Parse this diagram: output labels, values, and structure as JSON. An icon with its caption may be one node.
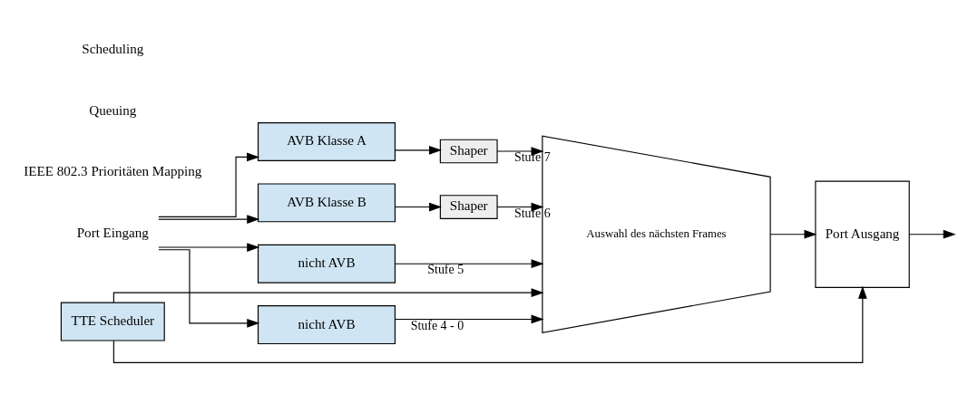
{
  "diagram": {
    "nodes": [
      {
        "text": [
          "Port Eingang"
        ]
      },
      {
        "text": [
          "AVB Klasse A"
        ]
      },
      {
        "text": [
          "AVB Klasse B"
        ]
      },
      {
        "text": [
          "nicht AVB"
        ]
      },
      {
        "text": [
          "nicht AVB"
        ]
      },
      {
        "text": [
          "Shaper"
        ]
      },
      {
        "text": [
          "Shaper"
        ]
      },
      {
        "text": [
          "TTE Scheduler"
        ]
      },
      {
        "text": [
          "Auswahl des nächsten Frames"
        ]
      },
      {
        "text": [
          "Port Ausgang"
        ]
      }
    ],
    "edges": [
      {
        "from": 0,
        "to": 1,
        "arrow": "to"
      },
      {
        "from": 0,
        "to": 2,
        "arrow": "to"
      },
      {
        "from": 0,
        "to": 3,
        "arrow": "to"
      },
      {
        "from": 0,
        "to": 4,
        "arrow": "to"
      },
      {
        "from": 1,
        "to": 5,
        "arrow": "to"
      },
      {
        "from": 2,
        "to": 6,
        "arrow": "to"
      },
      {
        "from": 5,
        "to": 8,
        "arrow": "to",
        "label": "Stufe 7"
      },
      {
        "from": 6,
        "to": 8,
        "arrow": "to",
        "label": "Stufe 6"
      },
      {
        "from": 3,
        "to": 8,
        "arrow": "to",
        "label": "Stufe 5"
      },
      {
        "from": 4,
        "to": 8,
        "arrow": "to",
        "label": "Stufe 4 - 0"
      },
      {
        "from": 7,
        "to": 8,
        "arrow": "to"
      },
      {
        "from": 7,
        "to": 9,
        "arrow": "to"
      },
      {
        "from": 8,
        "to": 9,
        "arrow": "to"
      },
      {
        "from": 9,
        "to": null,
        "arrow": "to"
      }
    ],
    "labels": [
      "IEEE 802.3 Prioritäten Mapping",
      "Queuing",
      "Scheduling"
    ]
  }
}
